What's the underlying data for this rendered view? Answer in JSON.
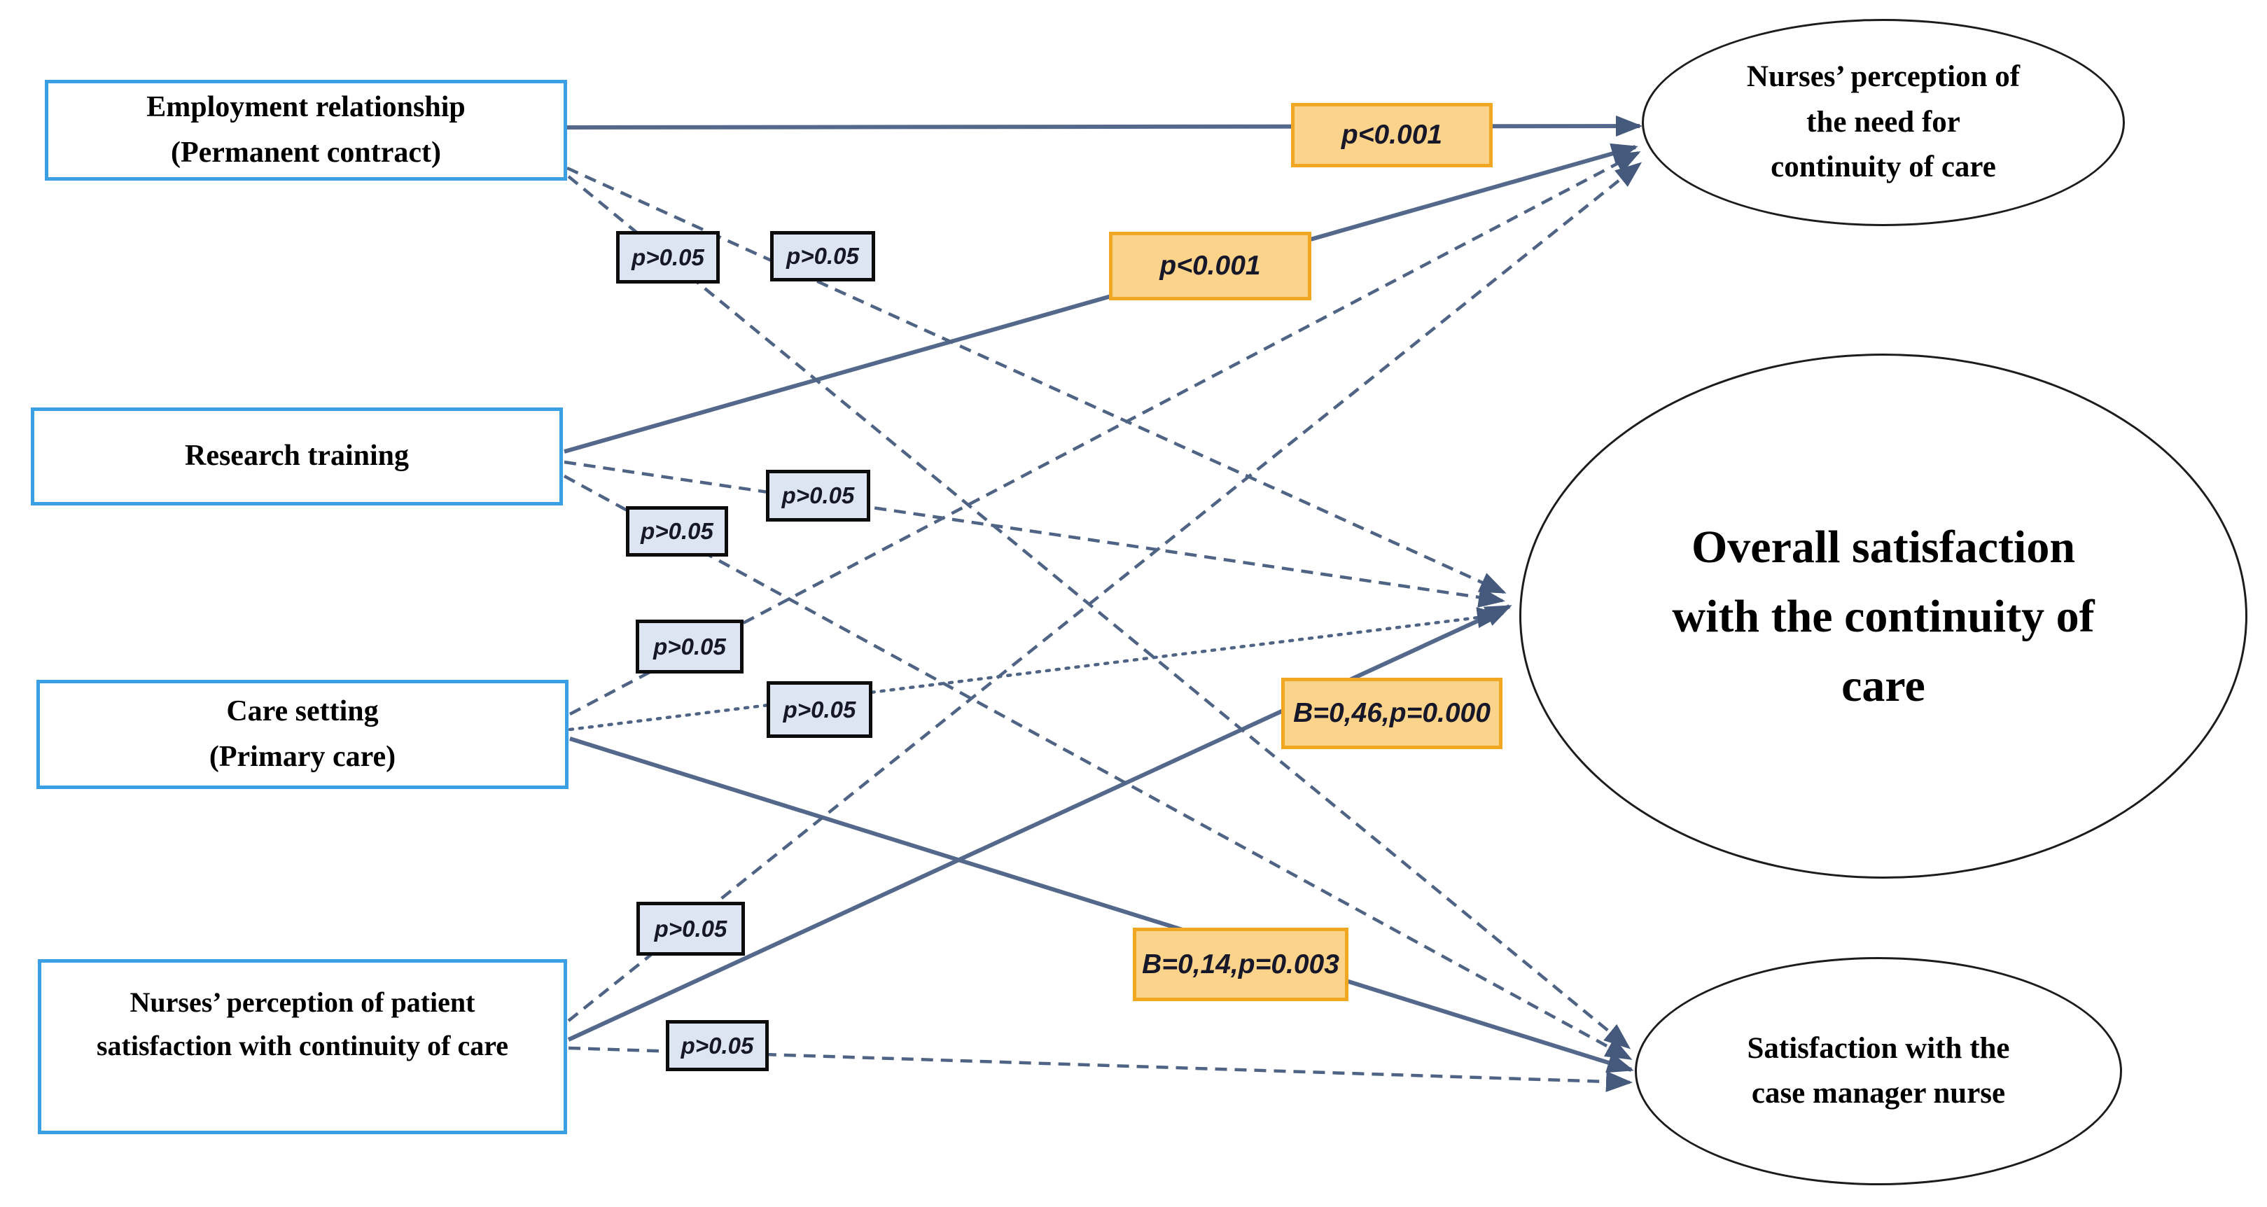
{
  "figure": {
    "type": "path-analysis-diagram",
    "background": "#ffffff"
  },
  "nodes": {
    "predictors": [
      {
        "id": "employment",
        "line1": "Employment relationship",
        "line2": "(Permanent contract)"
      },
      {
        "id": "research",
        "line1": "Research training",
        "line2": ""
      },
      {
        "id": "care_setting",
        "line1": "Care setting",
        "line2": "(Primary care)"
      },
      {
        "id": "perception",
        "line1": "Nurses’ perception of patient",
        "line2": "satisfaction with continuity of care"
      }
    ],
    "outcomes": [
      {
        "id": "need",
        "line1": "Nurses’ perception of",
        "line2": "the need for",
        "line3": "continuity of care"
      },
      {
        "id": "overall",
        "line1": "Overall satisfaction",
        "line2": "with the continuity of",
        "line3": "care"
      },
      {
        "id": "case_manager",
        "line1": "Satisfaction with the",
        "line2": "case manager nurse",
        "line3": ""
      }
    ]
  },
  "path_labels": {
    "significant": [
      {
        "id": "sig1",
        "text": "p<0.001"
      },
      {
        "id": "sig2",
        "text": "p<0.001"
      },
      {
        "id": "sig3",
        "text": "B=0,46,p=0.000"
      },
      {
        "id": "sig4",
        "text": "B=0,14,p=0.003"
      }
    ],
    "nonsignificant": [
      {
        "id": "ns1",
        "text": "p>0.05"
      },
      {
        "id": "ns2",
        "text": "p>0.05"
      },
      {
        "id": "ns3",
        "text": "p>0.05"
      },
      {
        "id": "ns4",
        "text": "p>0.05"
      },
      {
        "id": "ns5",
        "text": "p>0.05"
      },
      {
        "id": "ns6",
        "text": "p>0.05"
      },
      {
        "id": "ns7",
        "text": "p>0.05"
      },
      {
        "id": "ns8",
        "text": "p>0.05"
      }
    ]
  },
  "edges": [
    {
      "from": "Employment relationship (Permanent contract)",
      "to": "Nurses’ perception of the need for continuity of care",
      "style": "solid",
      "label": "p<0.001"
    },
    {
      "from": "Research training",
      "to": "Nurses’ perception of the need for continuity of care",
      "style": "solid",
      "label": "p<0.001"
    },
    {
      "from": "Nurses’ perception of patient satisfaction with continuity of care",
      "to": "Overall satisfaction with the continuity of care",
      "style": "solid",
      "label": "B=0,46,p=0.000"
    },
    {
      "from": "Care setting (Primary care)",
      "to": "Satisfaction with the case manager nurse",
      "style": "solid",
      "label": "B=0,14,p=0.003"
    },
    {
      "from": "Employment relationship (Permanent contract)",
      "to": "Overall satisfaction with the continuity of care",
      "style": "dashed",
      "label": "p>0.05"
    },
    {
      "from": "Employment relationship (Permanent contract)",
      "to": "Satisfaction with the case manager nurse",
      "style": "dashed",
      "label": "p>0.05"
    },
    {
      "from": "Research training",
      "to": "Overall satisfaction with the continuity of care",
      "style": "dashed",
      "label": "p>0.05"
    },
    {
      "from": "Research training",
      "to": "Satisfaction with the case manager nurse",
      "style": "dashed",
      "label": "p>0.05"
    },
    {
      "from": "Care setting (Primary care)",
      "to": "Nurses’ perception of the need for continuity of care",
      "style": "dashed",
      "label": "p>0.05"
    },
    {
      "from": "Care setting (Primary care)",
      "to": "Overall satisfaction with the continuity of care",
      "style": "dotted",
      "label": "p>0.05"
    },
    {
      "from": "Nurses’ perception of patient satisfaction with continuity of care",
      "to": "Nurses’ perception of the need for continuity of care",
      "style": "dashed",
      "label": "p>0.05"
    },
    {
      "from": "Nurses’ perception of patient satisfaction with continuity of care",
      "to": "Satisfaction with the case manager nurse",
      "style": "dashed",
      "label": "p>0.05"
    }
  ],
  "colors": {
    "predictor_box_border": "#3b9fe3",
    "ellipse_border": "#1c1c1c",
    "line": "#53688b",
    "arrowhead": "#44597c",
    "significant_label_fill": "#fcd38b",
    "significant_label_border": "#f1a722",
    "nonsignificant_label_fill": "#dce5f1",
    "nonsignificant_label_border": "#0c0c0c",
    "text": "#000000"
  }
}
